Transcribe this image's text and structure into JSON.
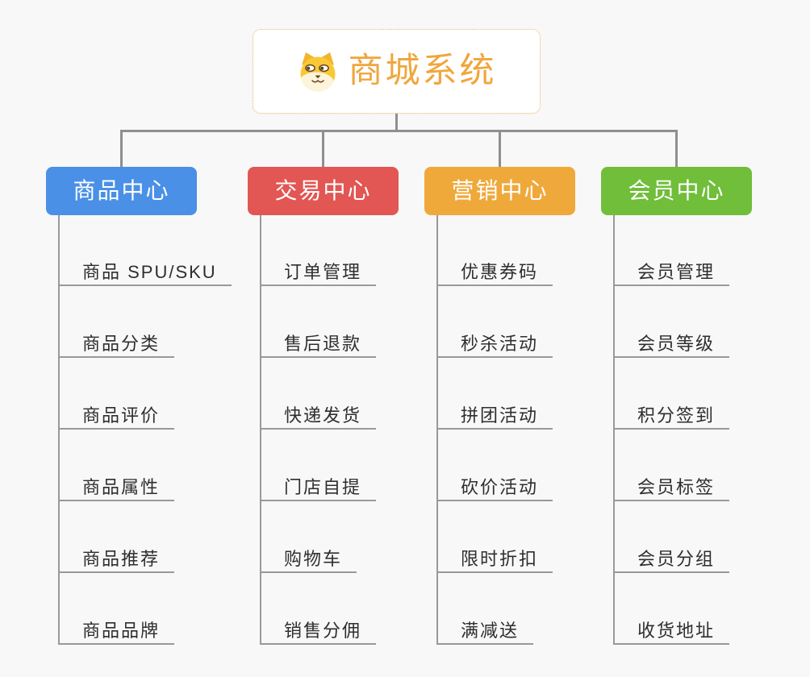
{
  "canvas": {
    "background": "#f8f8f8",
    "connector_color": "#8f8f8f"
  },
  "root": {
    "title": "商城系统",
    "icon": "dog-face-icon",
    "text_color": "#f0a63c",
    "border_color": "#f0b46a"
  },
  "branches": [
    {
      "label": "商品中心",
      "color": "#4a90e6",
      "children": [
        "商品 SPU/SKU",
        "商品分类",
        "商品评价",
        "商品属性",
        "商品推荐",
        "商品品牌"
      ]
    },
    {
      "label": "交易中心",
      "color": "#e25653",
      "children": [
        "订单管理",
        "售后退款",
        "快递发货",
        "门店自提",
        "购物车",
        "销售分佣"
      ]
    },
    {
      "label": "营销中心",
      "color": "#efa93b",
      "children": [
        "优惠券码",
        "秒杀活动",
        "拼团活动",
        "砍价活动",
        "限时折扣",
        "满减送"
      ]
    },
    {
      "label": "会员中心",
      "color": "#70be39",
      "children": [
        "会员管理",
        "会员等级",
        "积分签到",
        "会员标签",
        "会员分组",
        "收货地址"
      ]
    }
  ]
}
